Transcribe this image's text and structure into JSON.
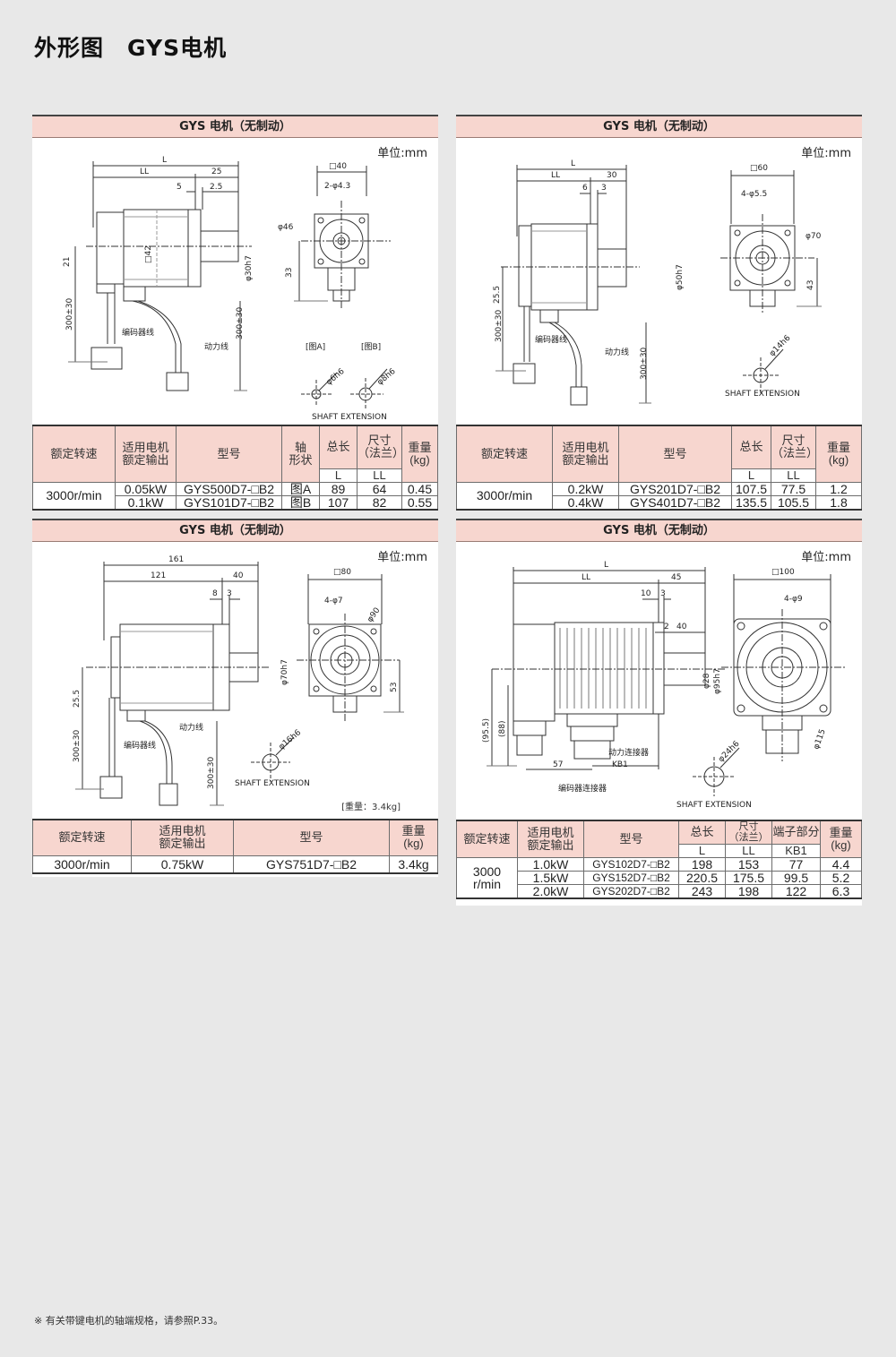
{
  "page": {
    "title_a": "外形图",
    "title_b": "GYS电机"
  },
  "unit_label": "单位:mm",
  "panel_title": "GYS 电机（无制动）",
  "drawing_text": {
    "L": "L",
    "LL": "LL",
    "d25": "25",
    "d5": "5",
    "d2_5": "2.5",
    "d40": "□40",
    "hole43": "2-φ4.3",
    "d46": "φ46",
    "sq42": "□42",
    "shaft30": "φ30h7",
    "d21": "21",
    "d33": "33",
    "c300": "300±30",
    "encoder": "编码器线",
    "power": "动力线",
    "figA": "[图A]",
    "figB": "[图B]",
    "shaft6": "φ6h6",
    "shaft8": "φ8h6",
    "shaftext": "SHAFT EXTENSION",
    "d30": "30",
    "d6": "6",
    "d3": "3",
    "d60": "□60",
    "hole55": "4-φ5.5",
    "shaft50": "φ50h7",
    "d70": "φ70",
    "d25_5": "25.5",
    "d43": "43",
    "shaft14": "φ14h6",
    "d161": "161",
    "d121": "121",
    "d8": "8",
    "d80": "□80",
    "hole7": "4-φ7",
    "d90": "φ90",
    "shaft70": "φ70h7",
    "d53": "53",
    "shaft16": "φ16h6",
    "weight": "[重量：3.4kg]",
    "d45": "45",
    "d10": "10",
    "d2": "2",
    "d40b": "40",
    "d100": "□100",
    "hole9": "4-φ9",
    "shaft28": "φ28",
    "shaft95": "φ95h7",
    "d95_5": "(95.5)",
    "d88": "(88)",
    "d57": "57",
    "kb1": "KB1",
    "d115": "φ115",
    "shaft24": "φ24h6",
    "power_conn": "动力连接器",
    "encoder_conn": "编码器连接器"
  },
  "tables": {
    "t1": {
      "headers": {
        "speed": "额定转速",
        "output": "适用电机\n额定输出",
        "model": "型号",
        "shaft": "轴\n形状",
        "total": "总长",
        "dims": "尺寸\n（法兰）",
        "weight": "重量\n(kg)",
        "L": "L",
        "LL": "LL"
      },
      "speed": "3000r/min",
      "rows": [
        {
          "output": "0.05kW",
          "model": "GYS500D7-□B2",
          "shaft": "图A",
          "L": "89",
          "LL": "64",
          "kg": "0.45"
        },
        {
          "output": "0.1kW",
          "model": "GYS101D7-□B2",
          "shaft": "图B",
          "L": "107",
          "LL": "82",
          "kg": "0.55"
        }
      ]
    },
    "t2": {
      "headers": {
        "speed": "额定转速",
        "output": "适用电机\n额定输出",
        "model": "型号",
        "total": "总长",
        "dims": "尺寸\n（法兰）",
        "weight": "重量\n(kg)",
        "L": "L",
        "LL": "LL"
      },
      "speed": "3000r/min",
      "rows": [
        {
          "output": "0.2kW",
          "model": "GYS201D7-□B2",
          "L": "107.5",
          "LL": "77.5",
          "kg": "1.2"
        },
        {
          "output": "0.4kW",
          "model": "GYS401D7-□B2",
          "L": "135.5",
          "LL": "105.5",
          "kg": "1.8"
        }
      ]
    },
    "t3": {
      "headers": {
        "speed": "额定转速",
        "output": "适用电机\n额定输出",
        "model": "型号",
        "weight": "重量\n(kg)"
      },
      "rows": [
        {
          "speed": "3000r/min",
          "output": "0.75kW",
          "model": "GYS751D7-□B2",
          "kg": "3.4kg"
        }
      ]
    },
    "t4": {
      "headers": {
        "speed": "额定转速",
        "output": "适用电机\n额定输出",
        "model": "型号",
        "total": "总长",
        "dims": "尺寸\n（法兰）",
        "term": "端子部分",
        "weight": "重量\n(kg)",
        "L": "L",
        "LL": "LL",
        "KB1": "KB1"
      },
      "speed": "3000\nr/min",
      "rows": [
        {
          "output": "1.0kW",
          "model": "GYS102D7-□B2",
          "L": "198",
          "LL": "153",
          "KB1": "77",
          "kg": "4.4"
        },
        {
          "output": "1.5kW",
          "model": "GYS152D7-□B2",
          "L": "220.5",
          "LL": "175.5",
          "KB1": "99.5",
          "kg": "5.2"
        },
        {
          "output": "2.0kW",
          "model": "GYS202D7-□B2",
          "L": "243",
          "LL": "198",
          "KB1": "122",
          "kg": "6.3"
        }
      ]
    }
  },
  "footnote": "※ 有关带键电机的轴端规格，请参照P.33。"
}
